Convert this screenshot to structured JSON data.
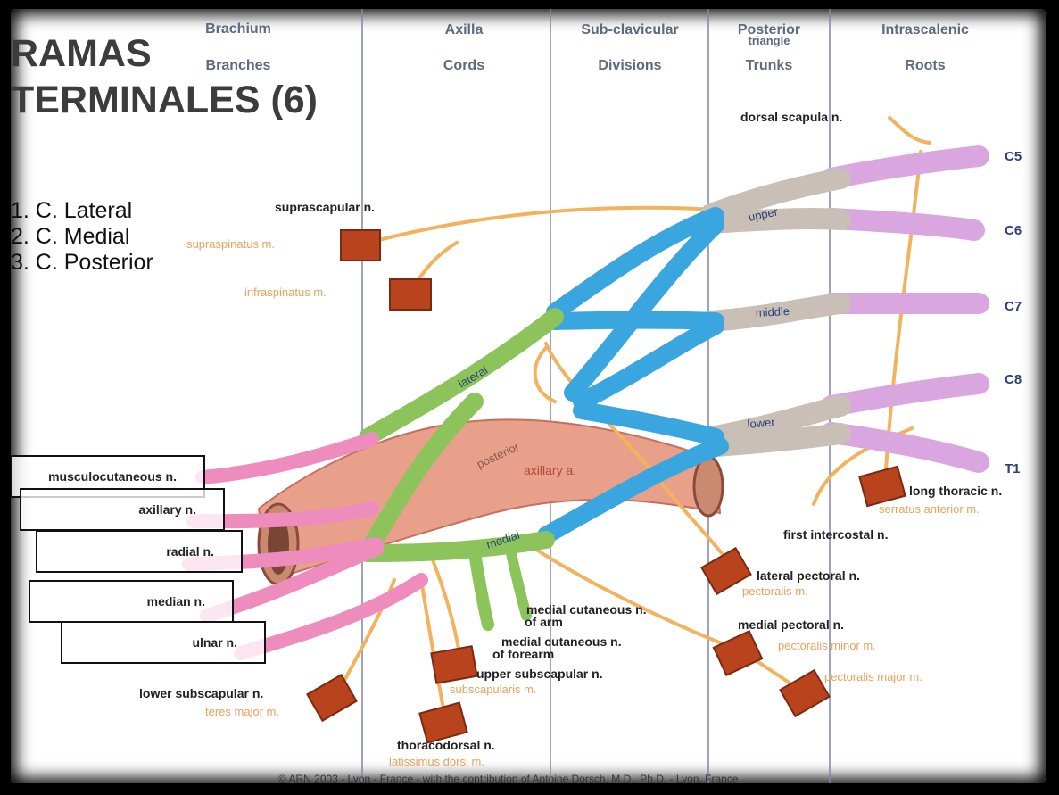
{
  "slide_title": "RAMAS TERMINALES (6)",
  "title_lines": [
    "RAMAS",
    "TERMINALES (6)"
  ],
  "cord_list": [
    "1. C. Lateral",
    "2. C. Medial",
    "3. C. Posterior"
  ],
  "columns": [
    {
      "top": "Brachium",
      "bottom": "Branches"
    },
    {
      "top": "Axilla",
      "bottom": "Cords"
    },
    {
      "top": "Sub-clavicular",
      "bottom": "Divisions"
    },
    {
      "top": "Posterior",
      "top2": "triangle",
      "bottom": "Trunks"
    },
    {
      "top": "Intrascalenic",
      "bottom": "Roots"
    }
  ],
  "roots": [
    "C5",
    "C6",
    "C7",
    "C8",
    "T1"
  ],
  "trunks": [
    "upper",
    "middle",
    "lower"
  ],
  "cords": [
    "lateral",
    "posterior",
    "medial"
  ],
  "artery_label": "axillary a.",
  "terminal_branches": [
    "musculocutaneous n.",
    "axillary n.",
    "radial n.",
    "median n.",
    "ulnar n."
  ],
  "nerve_labels": {
    "dorsal_scapula": "dorsal scapula n.",
    "suprascapular": "suprascapular n.",
    "long_thoracic": "long thoracic n.",
    "first_intercostal": "first intercostal n.",
    "lateral_pectoral": "lateral pectoral n.",
    "medial_pectoral": "medial pectoral n.",
    "medial_cut_arm": "medial cutaneous n.",
    "medial_cut_arm_2": "of arm",
    "medial_cut_forearm": "medial cutaneous n.",
    "medial_cut_forearm_2": "of forearm",
    "upper_subscapular": "upper subscapular n.",
    "lower_subscapular": "lower subscapular n.",
    "thoracodorsal": "thoracodorsal n."
  },
  "muscle_labels": {
    "supraspinatus": "supraspinatus m.",
    "infraspinatus": "infraspinatus m.",
    "serratus": "serratus anterior m.",
    "pec_lateral": "pectoralis m.",
    "pec_minor": "pectoralis minor m.",
    "pec_major": "pectoralis major m.",
    "subscapularis": "subscapularis m.",
    "teres_major": "teres major m.",
    "latissimus": "latissimus dorsi m."
  },
  "credit": "© ARN 2003 - Lyon - France - with the contribution of Antoine Dorsch, M.D., Ph.D. - Lyon, France",
  "colors": {
    "root": "#d9a6df",
    "trunk": "#c9bfb6",
    "division": "#3aa6e0",
    "lateral_cord": "#8cc35a",
    "branch": "#ee8dbd",
    "collateral": "#f2b25e",
    "artery": "#e8a08a",
    "muscle": "#b8431c"
  }
}
